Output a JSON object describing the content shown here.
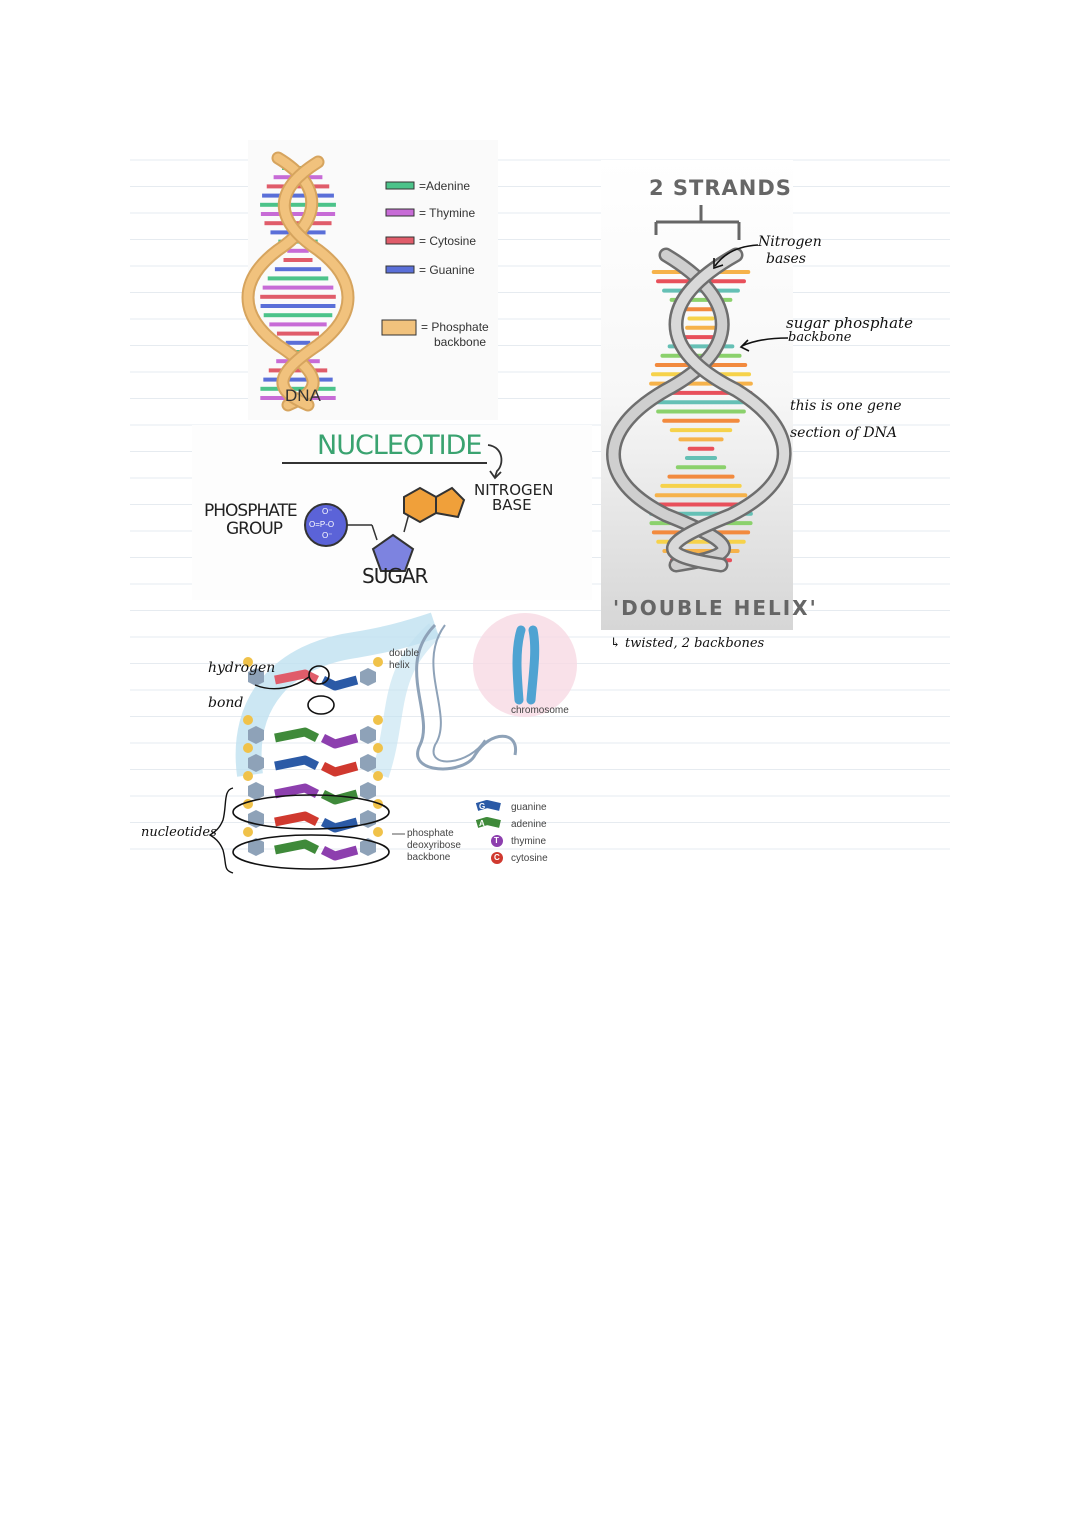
{
  "dna_legend": {
    "adenine": "=Adenine",
    "thymine": "= Thymine",
    "cytosine": "= Cytosine",
    "guanine": "= Guanine",
    "phosphate_1": "= Phosphate",
    "phosphate_2": "backbone",
    "dna_label": "DNA"
  },
  "nucleotide": {
    "title": "NUCLEOTIDE",
    "nitrogen_base_1": "NITROGEN",
    "nitrogen_base_2": "BASE",
    "phosphate_1": "PHOSPHATE",
    "phosphate_2": "GROUP",
    "sugar": "SUGAR",
    "o_top": "O⁻",
    "o_mid": "O=P-O",
    "o_bot": "O⁻"
  },
  "structure": {
    "hydrogen": "hydrogen",
    "bond": "bond",
    "nucleotides": "nucleotides",
    "double": "double",
    "helix": "helix",
    "chromosome": "chromosome",
    "backbone_1": "phosphate",
    "backbone_2": "deoxyribose",
    "backbone_3": "backbone",
    "legend": [
      {
        "letter": "G",
        "name": "guanine",
        "color": "#2b5aa6"
      },
      {
        "letter": "A",
        "name": "adenine",
        "color": "#3f8a3a"
      },
      {
        "letter": "T",
        "name": "thymine",
        "color": "#8d3fae"
      },
      {
        "letter": "C",
        "name": "cytosine",
        "color": "#d0392f"
      }
    ]
  },
  "helix_panel": {
    "strands": "2 STRANDS",
    "nitrogen_1": "Nitrogen",
    "nitrogen_2": "bases",
    "sugar_1": "sugar phosphate",
    "sugar_2": "backbone",
    "gene_1": "this is one gene",
    "gene_2": "section of DNA",
    "double_helix": "'DOUBLE HELIX'",
    "twisted": "↳ twisted, 2 backbones"
  },
  "colors": {
    "adenine": "#4cc38a",
    "thymine": "#c76bd6",
    "cytosine": "#e05c6a",
    "guanine": "#5a6fd8",
    "backbone": "#f1c27d",
    "nucleotide_title": "#3aa370",
    "phosphate": "#5b63d8",
    "sugar": "#7d83e0",
    "base": "#f0a03a"
  }
}
